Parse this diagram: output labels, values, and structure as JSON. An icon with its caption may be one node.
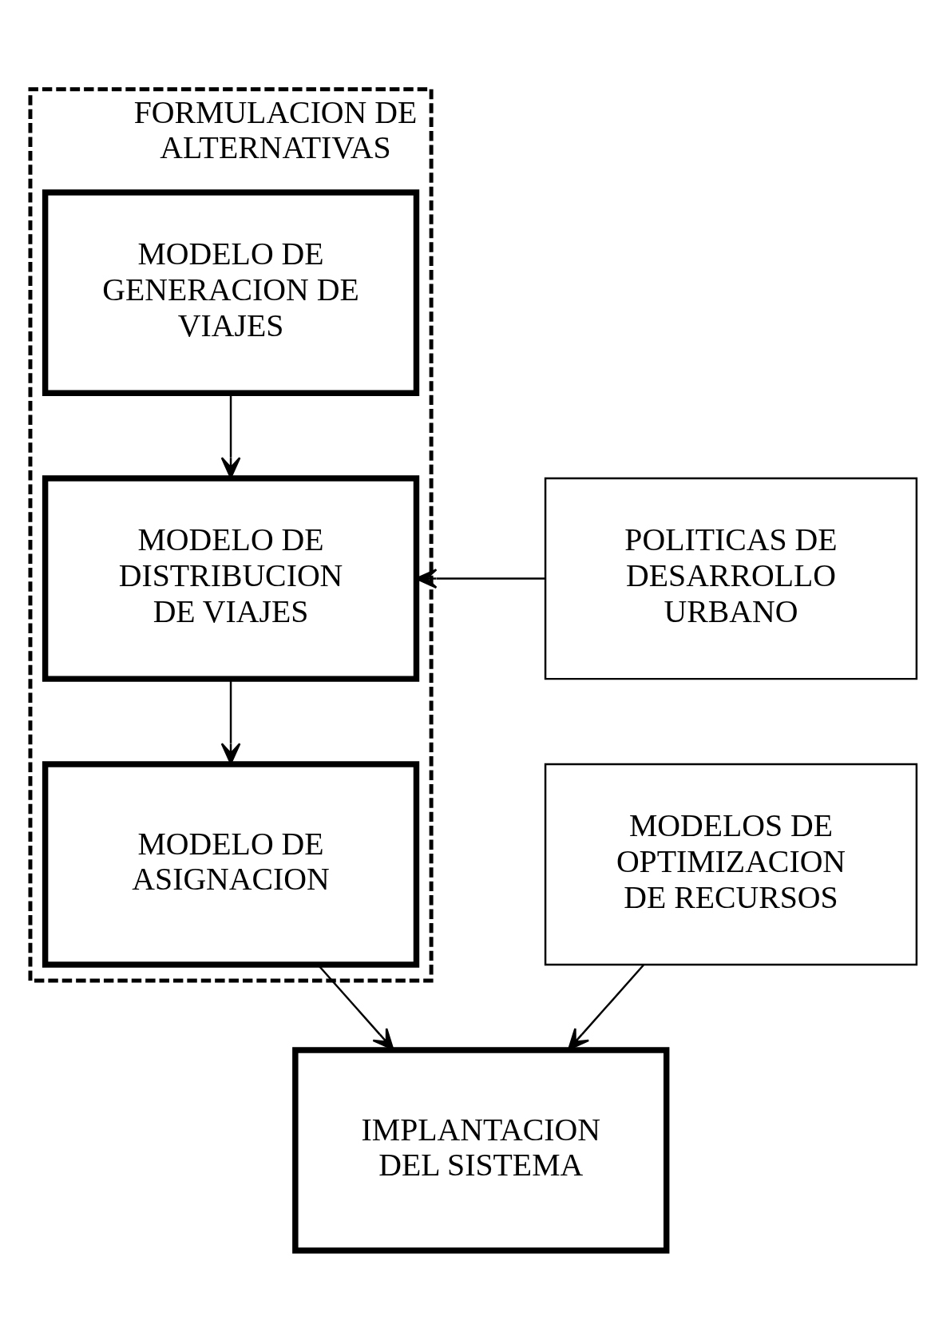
{
  "diagram": {
    "nodes": [
      {
        "text": [
          "FORMULACION DE ALTERNATIVAS"
        ]
      },
      {
        "text": [
          "MODELO DE GENERACION DE VIAJES"
        ],
        "in": 0
      },
      {
        "text": [
          "MODELO DE DISTRIBUCION DE VIAJES"
        ],
        "in": 0
      },
      {
        "text": [
          "MODELO DE ASIGNACION"
        ],
        "in": 0
      },
      {
        "text": [
          "POLITICAS DE DESARROLLO URBANO"
        ]
      },
      {
        "text": [
          "MODELOS DE OPTIMIZACION DE RECURSOS"
        ]
      },
      {
        "text": [
          "IMPLANTACION DEL SISTEMA"
        ]
      }
    ],
    "edges": [
      {
        "from": 1,
        "to": 2,
        "arrow": "to"
      },
      {
        "from": 4,
        "to": 2,
        "arrow": "to"
      },
      {
        "from": 2,
        "to": 3,
        "arrow": "to"
      },
      {
        "from": 3,
        "to": 6,
        "arrow": "to"
      },
      {
        "from": 5,
        "to": 6,
        "arrow": "to"
      }
    ]
  }
}
